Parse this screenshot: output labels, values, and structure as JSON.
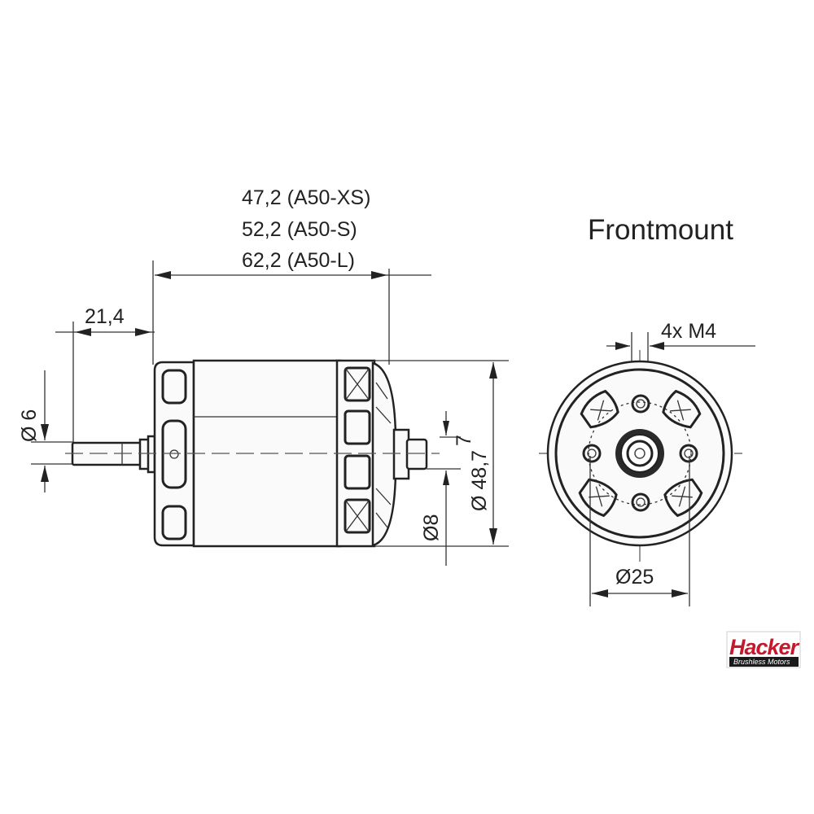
{
  "drawing": {
    "view_title": "Frontmount",
    "dimensions": {
      "length_xs": "47,2 (A50-XS)",
      "length_s": "52,2 (A50-S)",
      "length_l": "62,2  (A50-L)",
      "shaft_length": "21,4",
      "shaft_diameter": "Ø 6",
      "body_diameter": "Ø 48,7",
      "boss_length": "7",
      "boss_diameter": "Ø8",
      "mount_threads": "4x M4",
      "bolt_circle": "Ø25"
    }
  },
  "logo": {
    "brand": "Hacker",
    "tagline": "Brushless Motors"
  }
}
